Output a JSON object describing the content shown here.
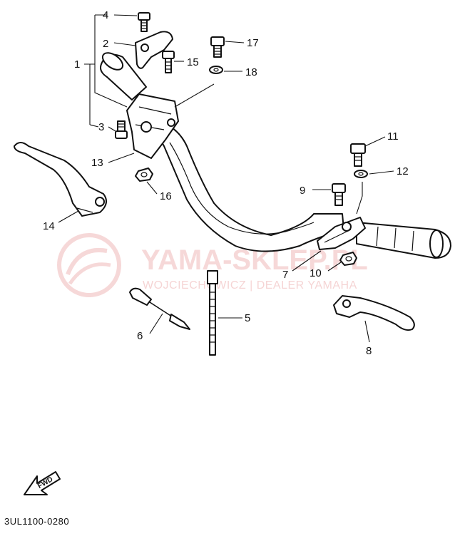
{
  "callouts": {
    "c1": "1",
    "c2": "2",
    "c3": "3",
    "c4": "4",
    "c5": "5",
    "c6": "6",
    "c7": "7",
    "c8": "8",
    "c9": "9",
    "c10": "10",
    "c11": "11",
    "c12": "12",
    "c13": "13",
    "c14": "14",
    "c15": "15",
    "c16": "16",
    "c17": "17",
    "c18": "18"
  },
  "watermark": {
    "brand": "YAMA-SKLEP.PL",
    "subtitle": "WOJCIECHOWICZ | DEALER YAMAHA",
    "color": "#e8a0a0"
  },
  "fwd_label": "FWD",
  "diagram_code": "3UL1100-0280"
}
